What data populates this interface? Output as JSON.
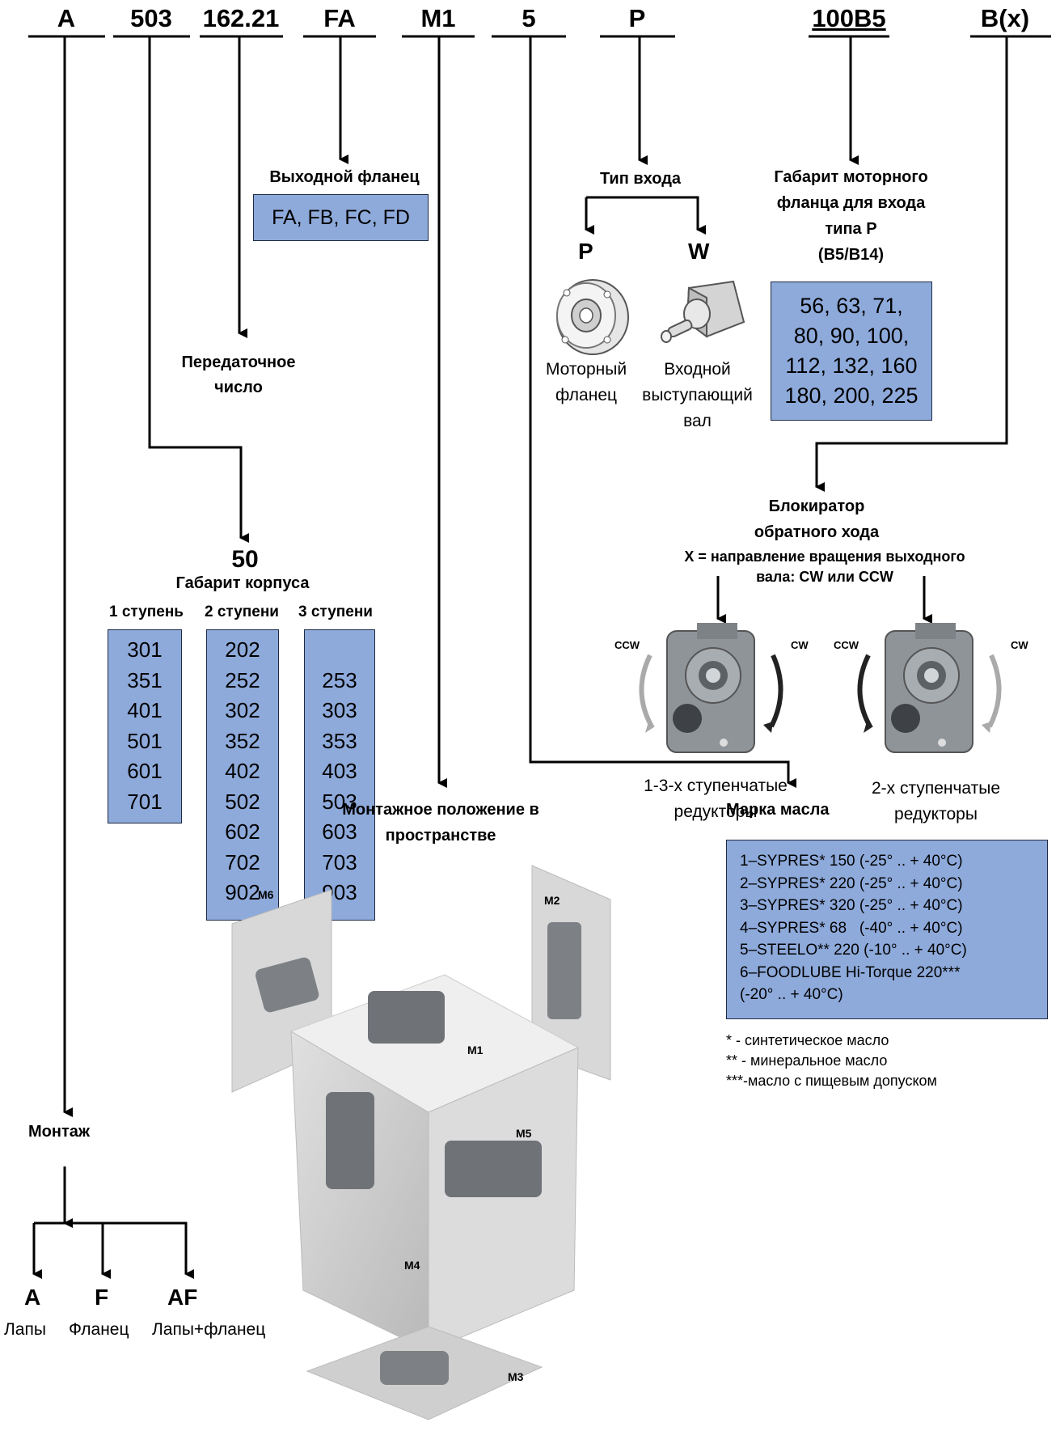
{
  "codes": [
    "A",
    "503",
    "162.21",
    "FA",
    "M1",
    "5",
    "P",
    "100B5",
    "B(x)"
  ],
  "output_flange": {
    "title": "Выходной фланец",
    "options": "FA, FB, FC, FD"
  },
  "gear_ratio": {
    "line1": "Передаточное",
    "line2": "число"
  },
  "input_type": {
    "title": "Тип входа",
    "p_code": "P",
    "w_code": "W",
    "p_line1": "Моторный",
    "p_line2": "фланец",
    "w_line1": "Входной",
    "w_line2": "выступающий",
    "w_line3": "вал"
  },
  "motor_flange": {
    "title1": "Габарит моторного",
    "title2": "фланца для входа",
    "title3": "типа P",
    "title4": "(B5/B14)",
    "sizes": [
      "56, 63, 71,",
      "80, 90, 100,",
      "112, 132, 160",
      "180, 200, 225"
    ]
  },
  "backstop": {
    "title1": "Блокиратор",
    "title2": "обратного хода",
    "desc1": "X = направление вращения выходного",
    "desc2": "вала: CW или CCW",
    "ccw": "CCW",
    "cw": "CW",
    "left_line1": "1-3-х ступенчатые",
    "left_line2": "редукторы",
    "right_line1": "2-х ступенчатые",
    "right_line2": "редукторы"
  },
  "housing": {
    "size": "50",
    "title": "Габарит корпуса",
    "col1_header": "1 ступень",
    "col2_header": "2 ступени",
    "col3_header": "3 ступени",
    "col1": [
      "301",
      "351",
      "401",
      "501",
      "601",
      "701",
      "",
      "",
      ""
    ],
    "col2": [
      "202",
      "252",
      "302",
      "352",
      "402",
      "502",
      "602",
      "702",
      "902"
    ],
    "col3": [
      "",
      "253",
      "303",
      "353",
      "403",
      "503",
      "603",
      "703",
      "903"
    ]
  },
  "mounting_position": {
    "title1": "Монтажное положение в",
    "title2": "пространстве",
    "labels": [
      "M1",
      "M2",
      "M3",
      "M4",
      "M5",
      "M6"
    ]
  },
  "oil": {
    "title": "Марка масла",
    "lines": [
      "1–SYPRES* 150 (-25° .. + 40°C)",
      "2–SYPRES* 220 (-25° .. + 40°C)",
      "3–SYPRES* 320 (-25° .. + 40°C)",
      "4–SYPRES* 68   (-40° .. + 40°C)",
      "5–STEELO** 220 (-10° .. + 40°C)",
      "6–FOODLUBE Hi-Torque 220***",
      "(-20° .. + 40°C)"
    ],
    "footnotes": [
      "* - синтетическое масло",
      "** - минеральное масло",
      "***-масло с пищевым допуском"
    ]
  },
  "mounting": {
    "title": "Монтаж",
    "a_code": "A",
    "f_code": "F",
    "af_code": "AF",
    "a_label": "Лапы",
    "f_label": "Фланец",
    "af_label": "Лапы+фланец"
  },
  "colors": {
    "box_fill": "#8eaadb",
    "line": "#000000"
  }
}
